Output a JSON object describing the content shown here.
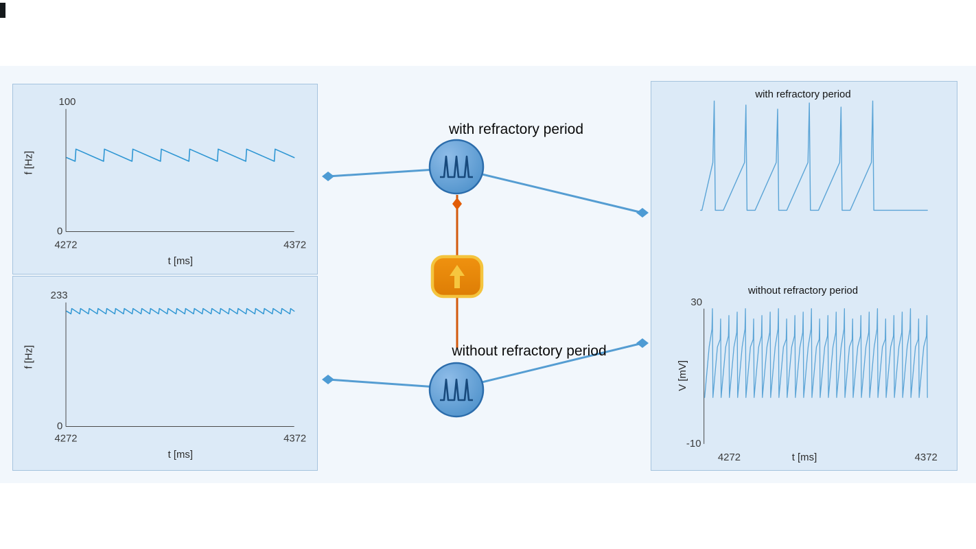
{
  "labels": {
    "with_refractory": "with refractory period",
    "without_refractory": "without refractory period"
  },
  "colors": {
    "workspace_bg": "#f2f7fc",
    "panel_bg": "#dceaf7",
    "panel_border": "#a5c3de",
    "chart_line": "#2e96d3",
    "trace_line": "#5ba4d6",
    "connection_blue": "#559dd2",
    "connection_orange": "#d3590d",
    "neuron_fill": "#5e9ed6",
    "neuron_border": "#2b6cab",
    "neuron_glyph": "#17497c",
    "source_fill": "#e8860e",
    "source_border": "#f4c43e",
    "source_arrow": "#f6c63f"
  },
  "chart_data": [
    {
      "id": "firing-rate-with-refractory",
      "type": "line",
      "position": "left-top",
      "ylabel": "f [Hz]",
      "xlabel": "t [ms]",
      "x_range": [
        4272,
        4372
      ],
      "y_range": [
        0,
        100
      ],
      "y_tick_labels": [
        "100",
        "0"
      ],
      "x_tick_labels": [
        "4272",
        "4372"
      ],
      "grid": false,
      "series": [
        {
          "name": "firing rate",
          "waveform": "sawtooth-decay",
          "teeth": 8,
          "peak": 68,
          "trough": 58
        }
      ]
    },
    {
      "id": "firing-rate-without-refractory",
      "type": "line",
      "position": "left-bottom",
      "ylabel": "f [Hz]",
      "xlabel": "t [ms]",
      "x_range": [
        4272,
        4372
      ],
      "y_range": [
        0,
        233
      ],
      "y_tick_labels": [
        "233",
        "0"
      ],
      "x_tick_labels": [
        "4272",
        "4372"
      ],
      "grid": false,
      "series": [
        {
          "name": "firing rate",
          "waveform": "sawtooth-decay",
          "teeth": 26,
          "peak": 224,
          "trough": 214
        }
      ]
    },
    {
      "id": "membrane-voltage-with-refractory",
      "type": "line",
      "position": "right-top",
      "title": "with refractory period",
      "x_range": [
        4272,
        4372
      ],
      "grid": false,
      "series": [
        {
          "name": "membrane potential",
          "waveform": "spike-train-refractory",
          "spike_count": 6
        }
      ]
    },
    {
      "id": "membrane-voltage-without-refractory",
      "type": "line",
      "position": "right-bottom",
      "title": "without refractory period",
      "ylabel": "V [mV]",
      "xlabel": "t [ms]",
      "x_range": [
        4272,
        4372
      ],
      "y_range": [
        -10,
        30
      ],
      "y_tick_labels": [
        "30",
        "-10"
      ],
      "x_tick_labels": [
        "4272",
        "4372"
      ],
      "grid": false,
      "series": [
        {
          "name": "membrane potential",
          "waveform": "spike-train-dense",
          "spike_count": 27,
          "peak": 30,
          "reset": 4
        }
      ]
    }
  ]
}
